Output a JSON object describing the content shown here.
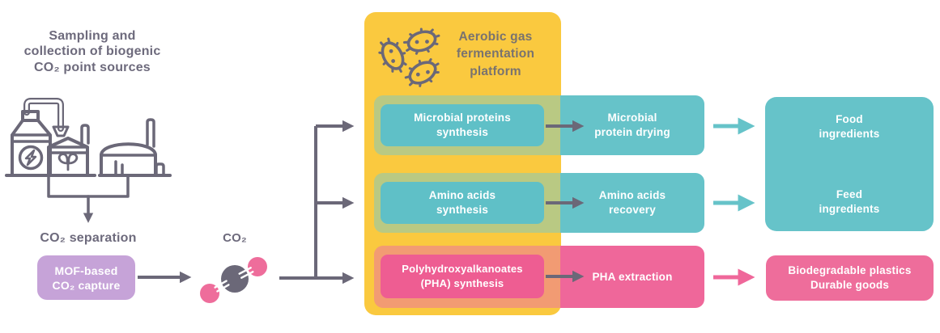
{
  "colors": {
    "gray_line": "#6b6878",
    "gray_text": "#6d6a7c",
    "yellow": "#fac93f",
    "teal": "#66c3c9",
    "teal_on_yellow": "#b9c983",
    "pink": "#ef679a",
    "pink_on_yellow": "#f29b73",
    "purple": "#c6a3d8",
    "white": "#ffffff"
  },
  "source": {
    "title": "Sampling and\ncollection of biogenic\nCO₂ point sources",
    "separation_label": "CO₂ separation",
    "capture_box_label": "MOF-based\nCO₂ capture",
    "co2_label": "CO₂",
    "factory_icon": "factory-biogas-plants-icon",
    "molecule_icon": "co2-molecule-icon"
  },
  "platform": {
    "title": "Aerobic gas\nfermentation\nplatform",
    "microbes_icon": "microbes-icon"
  },
  "rows": [
    {
      "synthesis": "Microbial proteins\nsynthesis",
      "process": "Microbial\nprotein drying",
      "color": "teal"
    },
    {
      "synthesis": "Amino acids\nsynthesis",
      "process": "Amino acids\nrecovery",
      "color": "teal"
    },
    {
      "synthesis": "Polyhydroxyalkanoates\n(PHA) synthesis",
      "process": "PHA extraction",
      "color": "pink"
    }
  ],
  "outputs": {
    "food": "Food\ningredients",
    "feed": "Feed\ningredients",
    "plastics": "Biodegradable plastics\nDurable goods"
  }
}
